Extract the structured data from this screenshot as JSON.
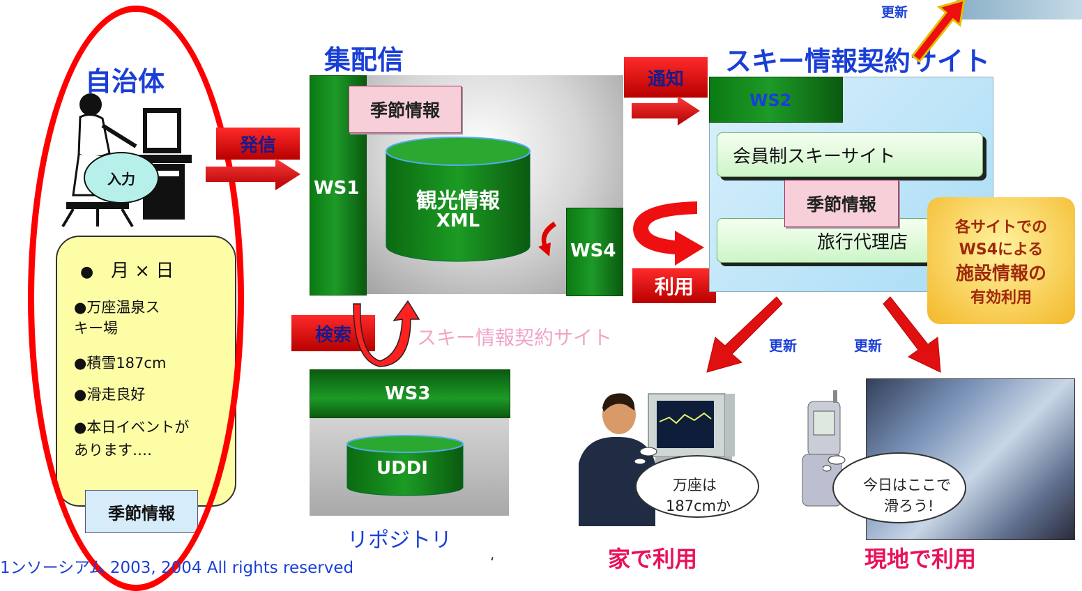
{
  "municipality": {
    "title": "自治体",
    "input_label": "入力",
    "notice_lines": [
      "月 × 日",
      "●万座温泉ス",
      "キー場",
      "●積雪187cm",
      "●滑走良好",
      "●本日イベントが",
      "あります‥‥"
    ],
    "season_info": "季節情報"
  },
  "arrows": {
    "send": "発信",
    "notify": "通知",
    "use": "利用",
    "search": "検索",
    "update_top": "更新",
    "update_left": "更新",
    "update_right": "更新"
  },
  "distribution": {
    "title": "集配信",
    "ws1": "WS1",
    "season_info": "季節情報",
    "db_line1": "観光情報",
    "db_line2": "XML",
    "ws4": "WS4",
    "search_site_label": "スキー情報契約サイト"
  },
  "registry": {
    "ws3": "WS3",
    "uddi": "UDDI",
    "caption": "リポジトリ"
  },
  "ski_site": {
    "title": "スキー情報契約サイト",
    "ws2": "WS2",
    "member_site": "会員制スキーサイト",
    "season_info": "季節情報",
    "travel_agency": "旅行代理店"
  },
  "callout": {
    "line1": "各サイトでの",
    "line2": "WS4による",
    "line3": "施設情報の",
    "line4": "有効利用"
  },
  "home_use": {
    "bubble_line1": "万座は",
    "bubble_line2": "187cmか",
    "caption": "家で利用"
  },
  "onsite_use": {
    "bubble_line1": "今日はここで",
    "bubble_line2": "滑ろう!",
    "caption": "現地で利用"
  },
  "footer": {
    "copyright": "1ンソーシアム 2003, 2004 All rights reserved",
    "mark": "‘"
  }
}
